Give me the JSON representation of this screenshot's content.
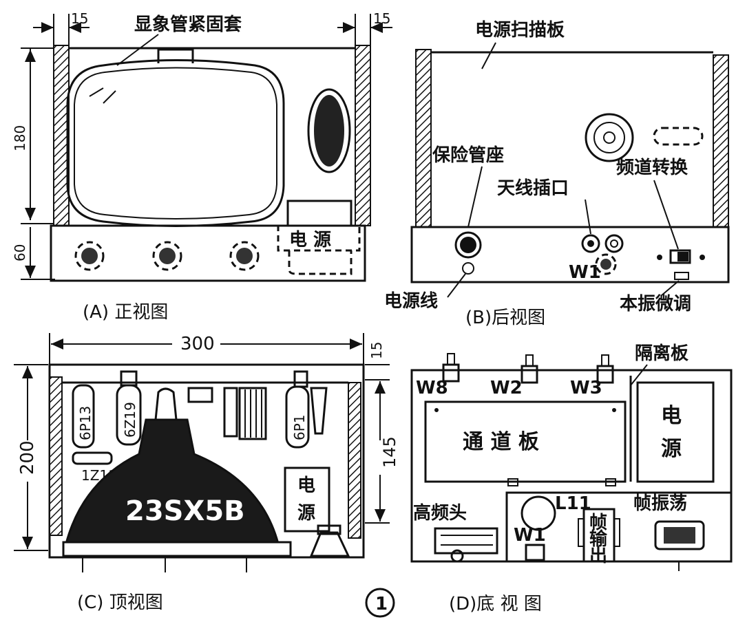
{
  "figure_number": "1",
  "views": {
    "front": {
      "caption": "(A) 正视图",
      "tube_clamp_label": "显象管紧固套",
      "power_label": "电 源",
      "dims": {
        "left_margin": "15",
        "right_margin": "15",
        "upper_height": "180",
        "lower_height": "60"
      }
    },
    "rear": {
      "caption": "(B)后视图",
      "board_label": "电源扫描板",
      "fuse_label": "保险管座",
      "antenna_label": "天线插口",
      "channel_label": "频道转换",
      "w1_label": "W1",
      "power_cord_label": "电源线",
      "fine_tune_label": "本振微调"
    },
    "top": {
      "caption": "(C) 顶视图",
      "tube_model": "23SX5B",
      "tube_6p13": "6P13",
      "tube_6z19": "6Z19",
      "tube_6p1": "6P1",
      "tube_1z11": "1Z11",
      "power_label_1": "电",
      "power_label_2": "源",
      "dims": {
        "width": "300",
        "depth": "200",
        "inner_height": "145",
        "margin": "15"
      }
    },
    "bottom": {
      "caption": "(D)底 视 图",
      "channel_board_label": "通 道 板",
      "divider_label": "隔离板",
      "power_label_1": "电",
      "power_label_2": "源",
      "w8_label": "W8",
      "w2_label": "W2",
      "w3_label": "W3",
      "tuner_label": "高频头",
      "w1_label": "W1",
      "l11_label": "L11",
      "frame_output_1": "帧",
      "frame_output_2": "输",
      "frame_output_3": "出",
      "frame_osc_label": "帧振荡"
    }
  }
}
